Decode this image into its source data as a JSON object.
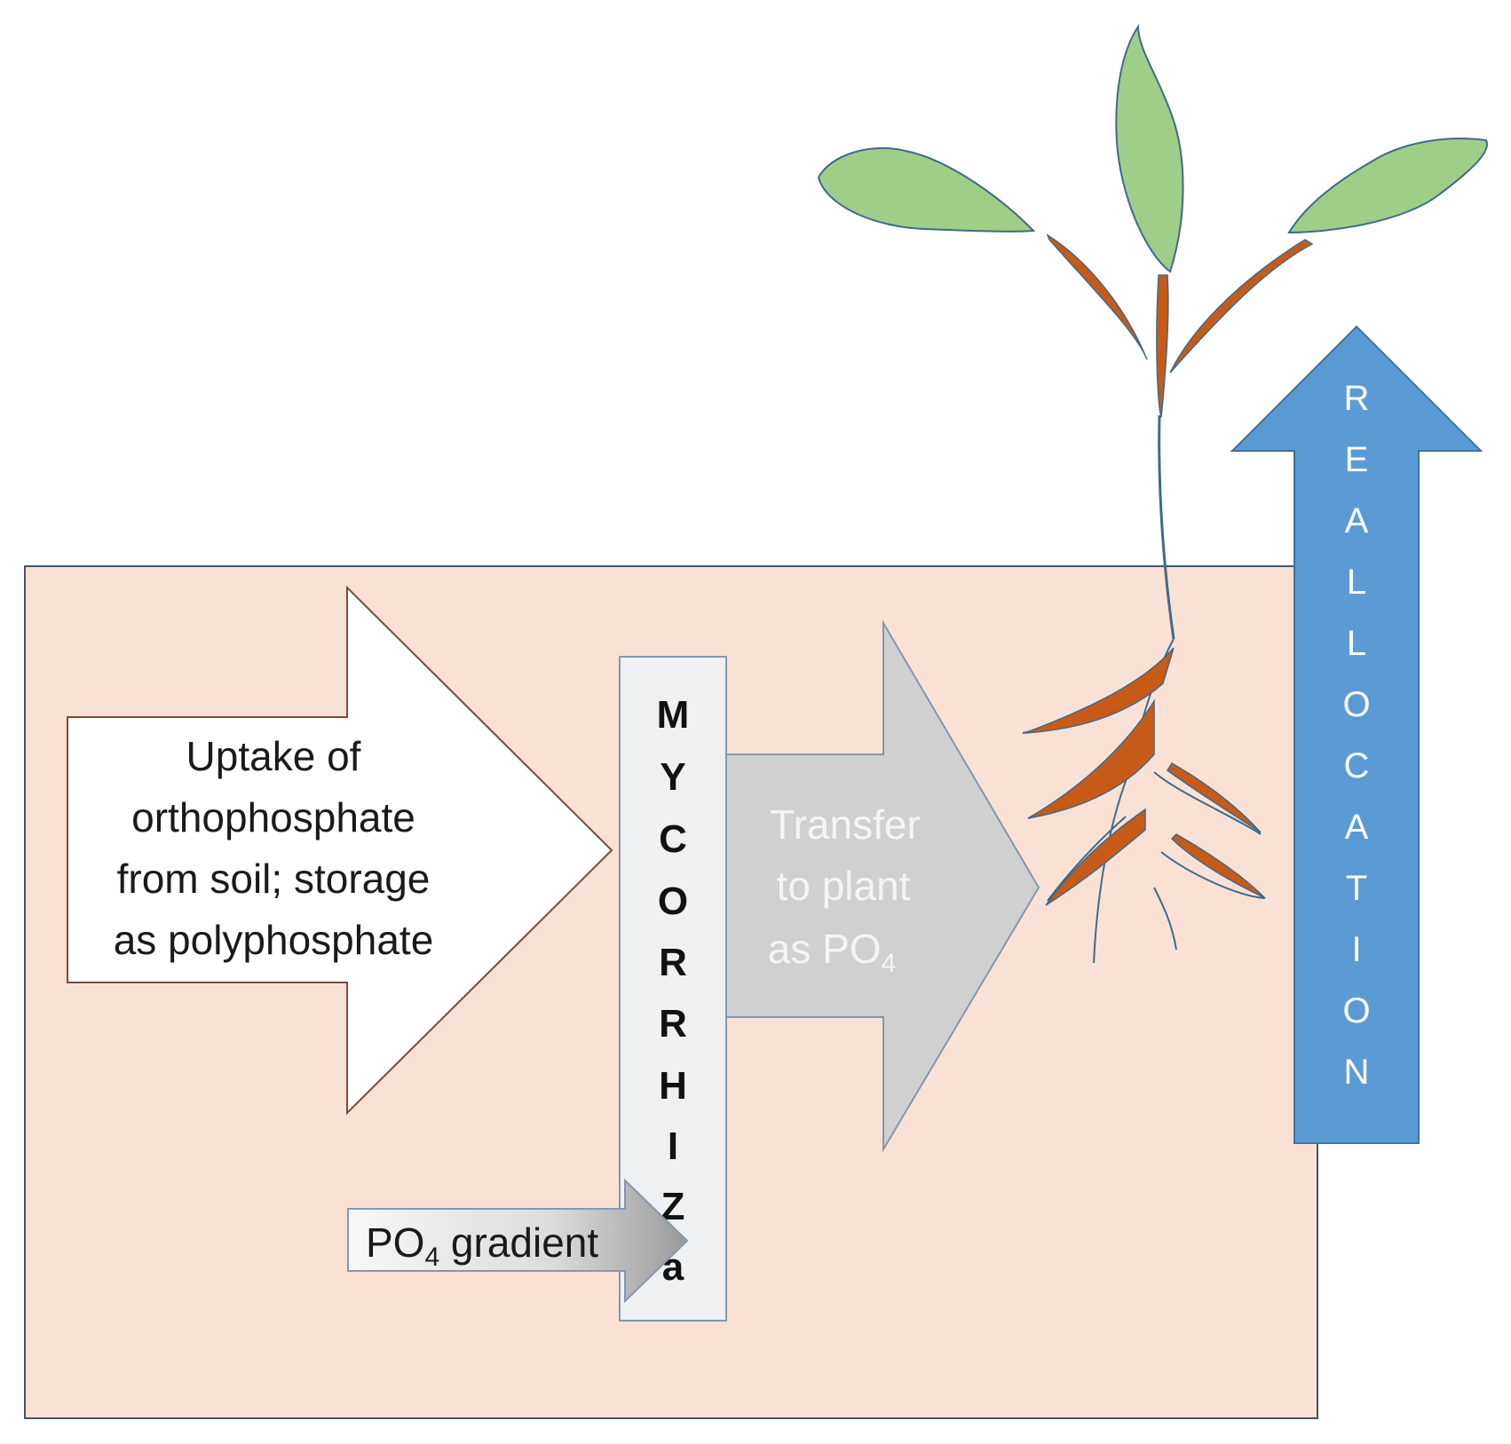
{
  "diagram": {
    "uptake_lines": [
      "Uptake of",
      "orthophosphate",
      "from soil; storage",
      "as polyphosphate"
    ],
    "mycorrhiza_letters": [
      "M",
      "Y",
      "C",
      "O",
      "R",
      "R",
      "H",
      "I",
      "Z",
      "a"
    ],
    "transfer_lines": [
      "Transfer",
      "to plant",
      "as PO"
    ],
    "transfer_subscript": "4",
    "gradient": {
      "prefix": "PO",
      "subscript": "4",
      "suffix": " gradient"
    },
    "reallocation_letters": [
      "R",
      "E",
      "A",
      "L",
      "L",
      "O",
      "C",
      "A",
      "T",
      "I",
      "O",
      "N"
    ]
  },
  "colors": {
    "soil": "#f9e2d5",
    "leaf": "#9fce88",
    "stem": "#c85a17",
    "realloc_arrow": "#5b9bd5",
    "transfer_arrow": "#d0d0d0",
    "mycorrhiza_box": "#eef0f2"
  }
}
